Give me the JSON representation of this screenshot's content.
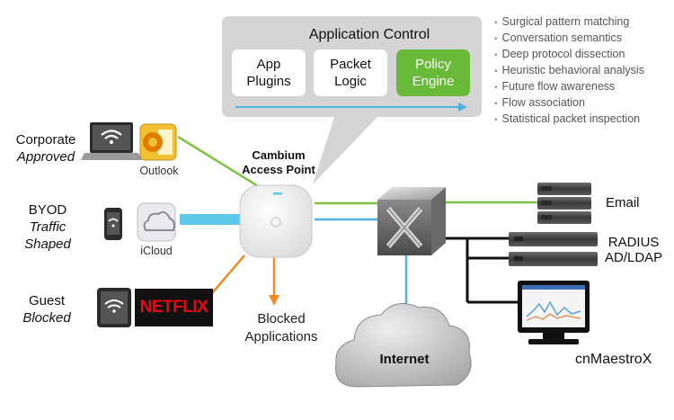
{
  "app_control": {
    "title": "Application Control",
    "boxes": [
      {
        "line1": "App",
        "line2": "Plugins"
      },
      {
        "line1": "Packet",
        "line2": "Logic"
      },
      {
        "line1": "Policy",
        "line2": "Engine"
      }
    ]
  },
  "features": [
    "Surgical pattern matching",
    "Conversation semantics",
    "Deep protocol dissection",
    "Heuristic behavioral analysis",
    "Future flow awareness",
    "Flow association",
    "Statistical packet inspection"
  ],
  "clients": {
    "corporate": {
      "name": "Corporate",
      "status": "Approved",
      "app": "Outlook"
    },
    "byod": {
      "name": "BYOD",
      "status_line1": "Traffic",
      "status_line2": "Shaped",
      "app": "iCloud"
    },
    "guest": {
      "name": "Guest",
      "status": "Blocked",
      "app": "NETFLIX"
    }
  },
  "access_point": {
    "line1": "Cambium",
    "line2": "Access Point"
  },
  "blocked": {
    "line1": "Blocked",
    "line2": "Applications"
  },
  "services": {
    "email": "Email",
    "radius": "RADIUS",
    "ad_ldap": "AD/LDAP",
    "management": "cnMaestroX"
  },
  "internet": "Internet",
  "colors": {
    "approved": "#7dc242",
    "shaped": "#5bc8e8",
    "blocked": "#f08a24",
    "wan": "#4fb3df",
    "policy": "#6aba3a",
    "bubble": "#d4d4d4"
  },
  "icons": [
    "laptop-wifi-icon",
    "outlook-icon",
    "phone-wifi-icon",
    "icloud-icon",
    "tablet-wifi-icon",
    "switch-icon",
    "server-icon",
    "monitor-icon",
    "cloud-icon",
    "arrow-right-icon",
    "arrow-down-icon"
  ]
}
